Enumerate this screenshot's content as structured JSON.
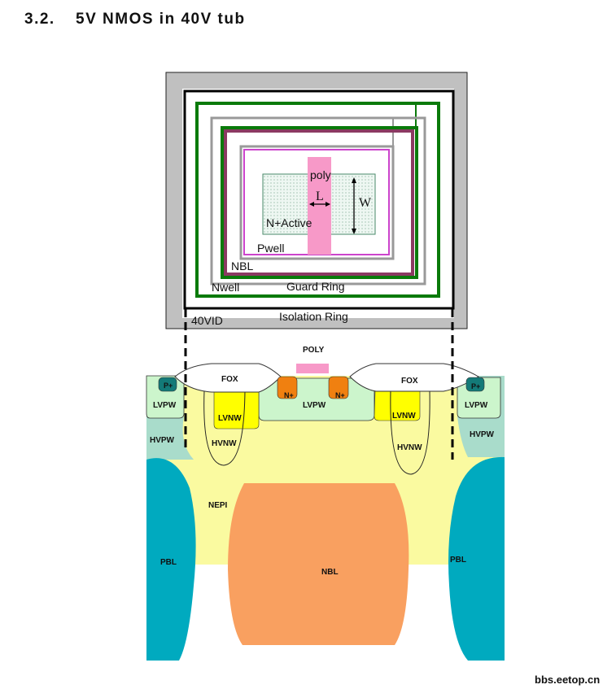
{
  "heading": {
    "number": "3.2.",
    "title": "5V NMOS in 40V tub"
  },
  "layout_view": {
    "poly": "poly",
    "length": "L",
    "width": "W",
    "active": "N+Active",
    "pwell": "Pwell",
    "nbl": "NBL",
    "nwell": "Nwell",
    "guard_ring": "Guard Ring",
    "isolation_ring": "Isolation Ring",
    "vid": "40VID"
  },
  "cross_section": {
    "poly": "POLY",
    "fox_left": "FOX",
    "fox_right": "FOX",
    "nplus_left": "N+",
    "nplus_right": "N+",
    "lvpw_center": "LVPW",
    "lvpw_left": "LVPW",
    "lvpw_right": "LVPW",
    "pplus_left": "P+",
    "pplus_right": "P+",
    "lvnw_left": "LVNW",
    "lvnw_right": "LVNW",
    "hvnw_left": "HVNW",
    "hvnw_right": "HVNW",
    "hvpw_left": "HVPW",
    "hvpw_right": "HVPW",
    "nepi": "NEPI",
    "pbl_left": "PBL",
    "pbl_right": "PBL",
    "nbl": "NBL"
  },
  "watermark": "bbs.eetop.cn",
  "colors": {
    "poly": "#f799c8",
    "green_ring": "#0a7a0a",
    "maroon": "#8b3a62",
    "pwell": "#cc44cc",
    "nepi": "#fafaa0",
    "lvpw": "#ccf5cc",
    "hvpw": "#a9dccb",
    "pbl": "#00aabf",
    "nbl": "#f9a060",
    "nplus": "#f08010",
    "lvnw": "#ffff00",
    "pplus": "#137a78"
  }
}
